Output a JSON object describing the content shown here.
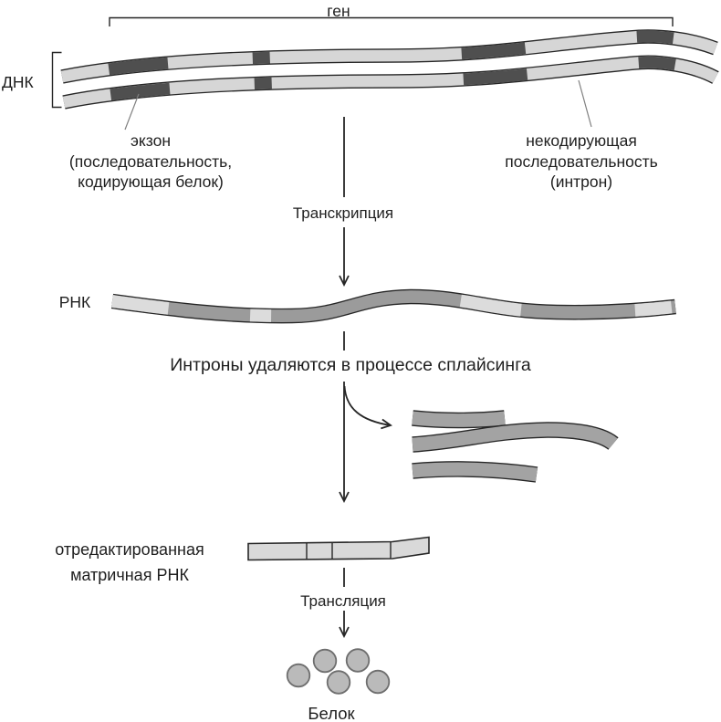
{
  "labels": {
    "gene": "ген",
    "dna": "ДНК",
    "exon_lines": [
      "экзон",
      "(последовательность,",
      "кодирующая белок)"
    ],
    "intron_lines": [
      "некодирующая",
      "последовательность",
      "(интрон)"
    ],
    "transcription": "Транскрипция",
    "rna": "РНК",
    "splicing_caption": "Интроны удаляются в процессе сплайсинга",
    "edited_mrna_lines": [
      "отредактированная",
      "матричная РНК"
    ],
    "translation": "Трансляция",
    "protein": "Белок"
  },
  "colors": {
    "line": "#262626",
    "leader": "#808080",
    "dna_exon": "#d6d6d6",
    "dna_intron": "#4f4f4f",
    "rna_body": "#9b9b9b",
    "rna_exon": "#dcdcdc",
    "intron_piece": "#a3a3a3",
    "mrna_fill": "#d9d9d9",
    "protein_fill": "#bababa",
    "protein_stroke": "#6e6e6e"
  }
}
